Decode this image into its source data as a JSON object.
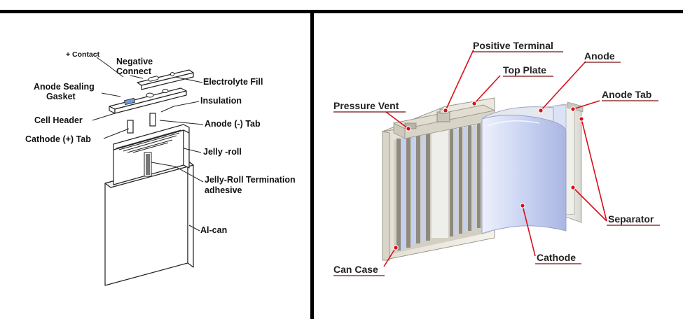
{
  "left_labels": {
    "plus_contact": "+ Contact",
    "negative_connect_1": "Negative",
    "negative_connect_2": "Connect",
    "anode_sealing_gasket_1": "Anode Sealing",
    "anode_sealing_gasket_2": "Gasket",
    "electrolyte_fill": "Electrolyte Fill",
    "insulation": "Insulation",
    "cell_header": "Cell Header",
    "anode_tab": "Anode (-) Tab",
    "cathode_tab": "Cathode (+) Tab",
    "jelly_roll": "Jelly -roll",
    "termination_adhesive_1": "Jelly-Roll Termination",
    "termination_adhesive_2": "adhesive",
    "al_can": "Al-can"
  },
  "right_labels": {
    "positive_terminal": "Positive Terminal",
    "top_plate": "Top Plate",
    "anode": "Anode",
    "anode_tab": "Anode Tab",
    "pressure_vent": "Pressure Vent",
    "separator": "Separator",
    "cathode": "Cathode",
    "can_case": "Can Case"
  },
  "colors": {
    "border": "#000000",
    "leader_red": "#d8101a",
    "right_label_border": "#7a0e12",
    "can_fill": "#efece4",
    "electrode_blue": "#c9d4f2",
    "sheet_edge": "#b4bbd6"
  }
}
